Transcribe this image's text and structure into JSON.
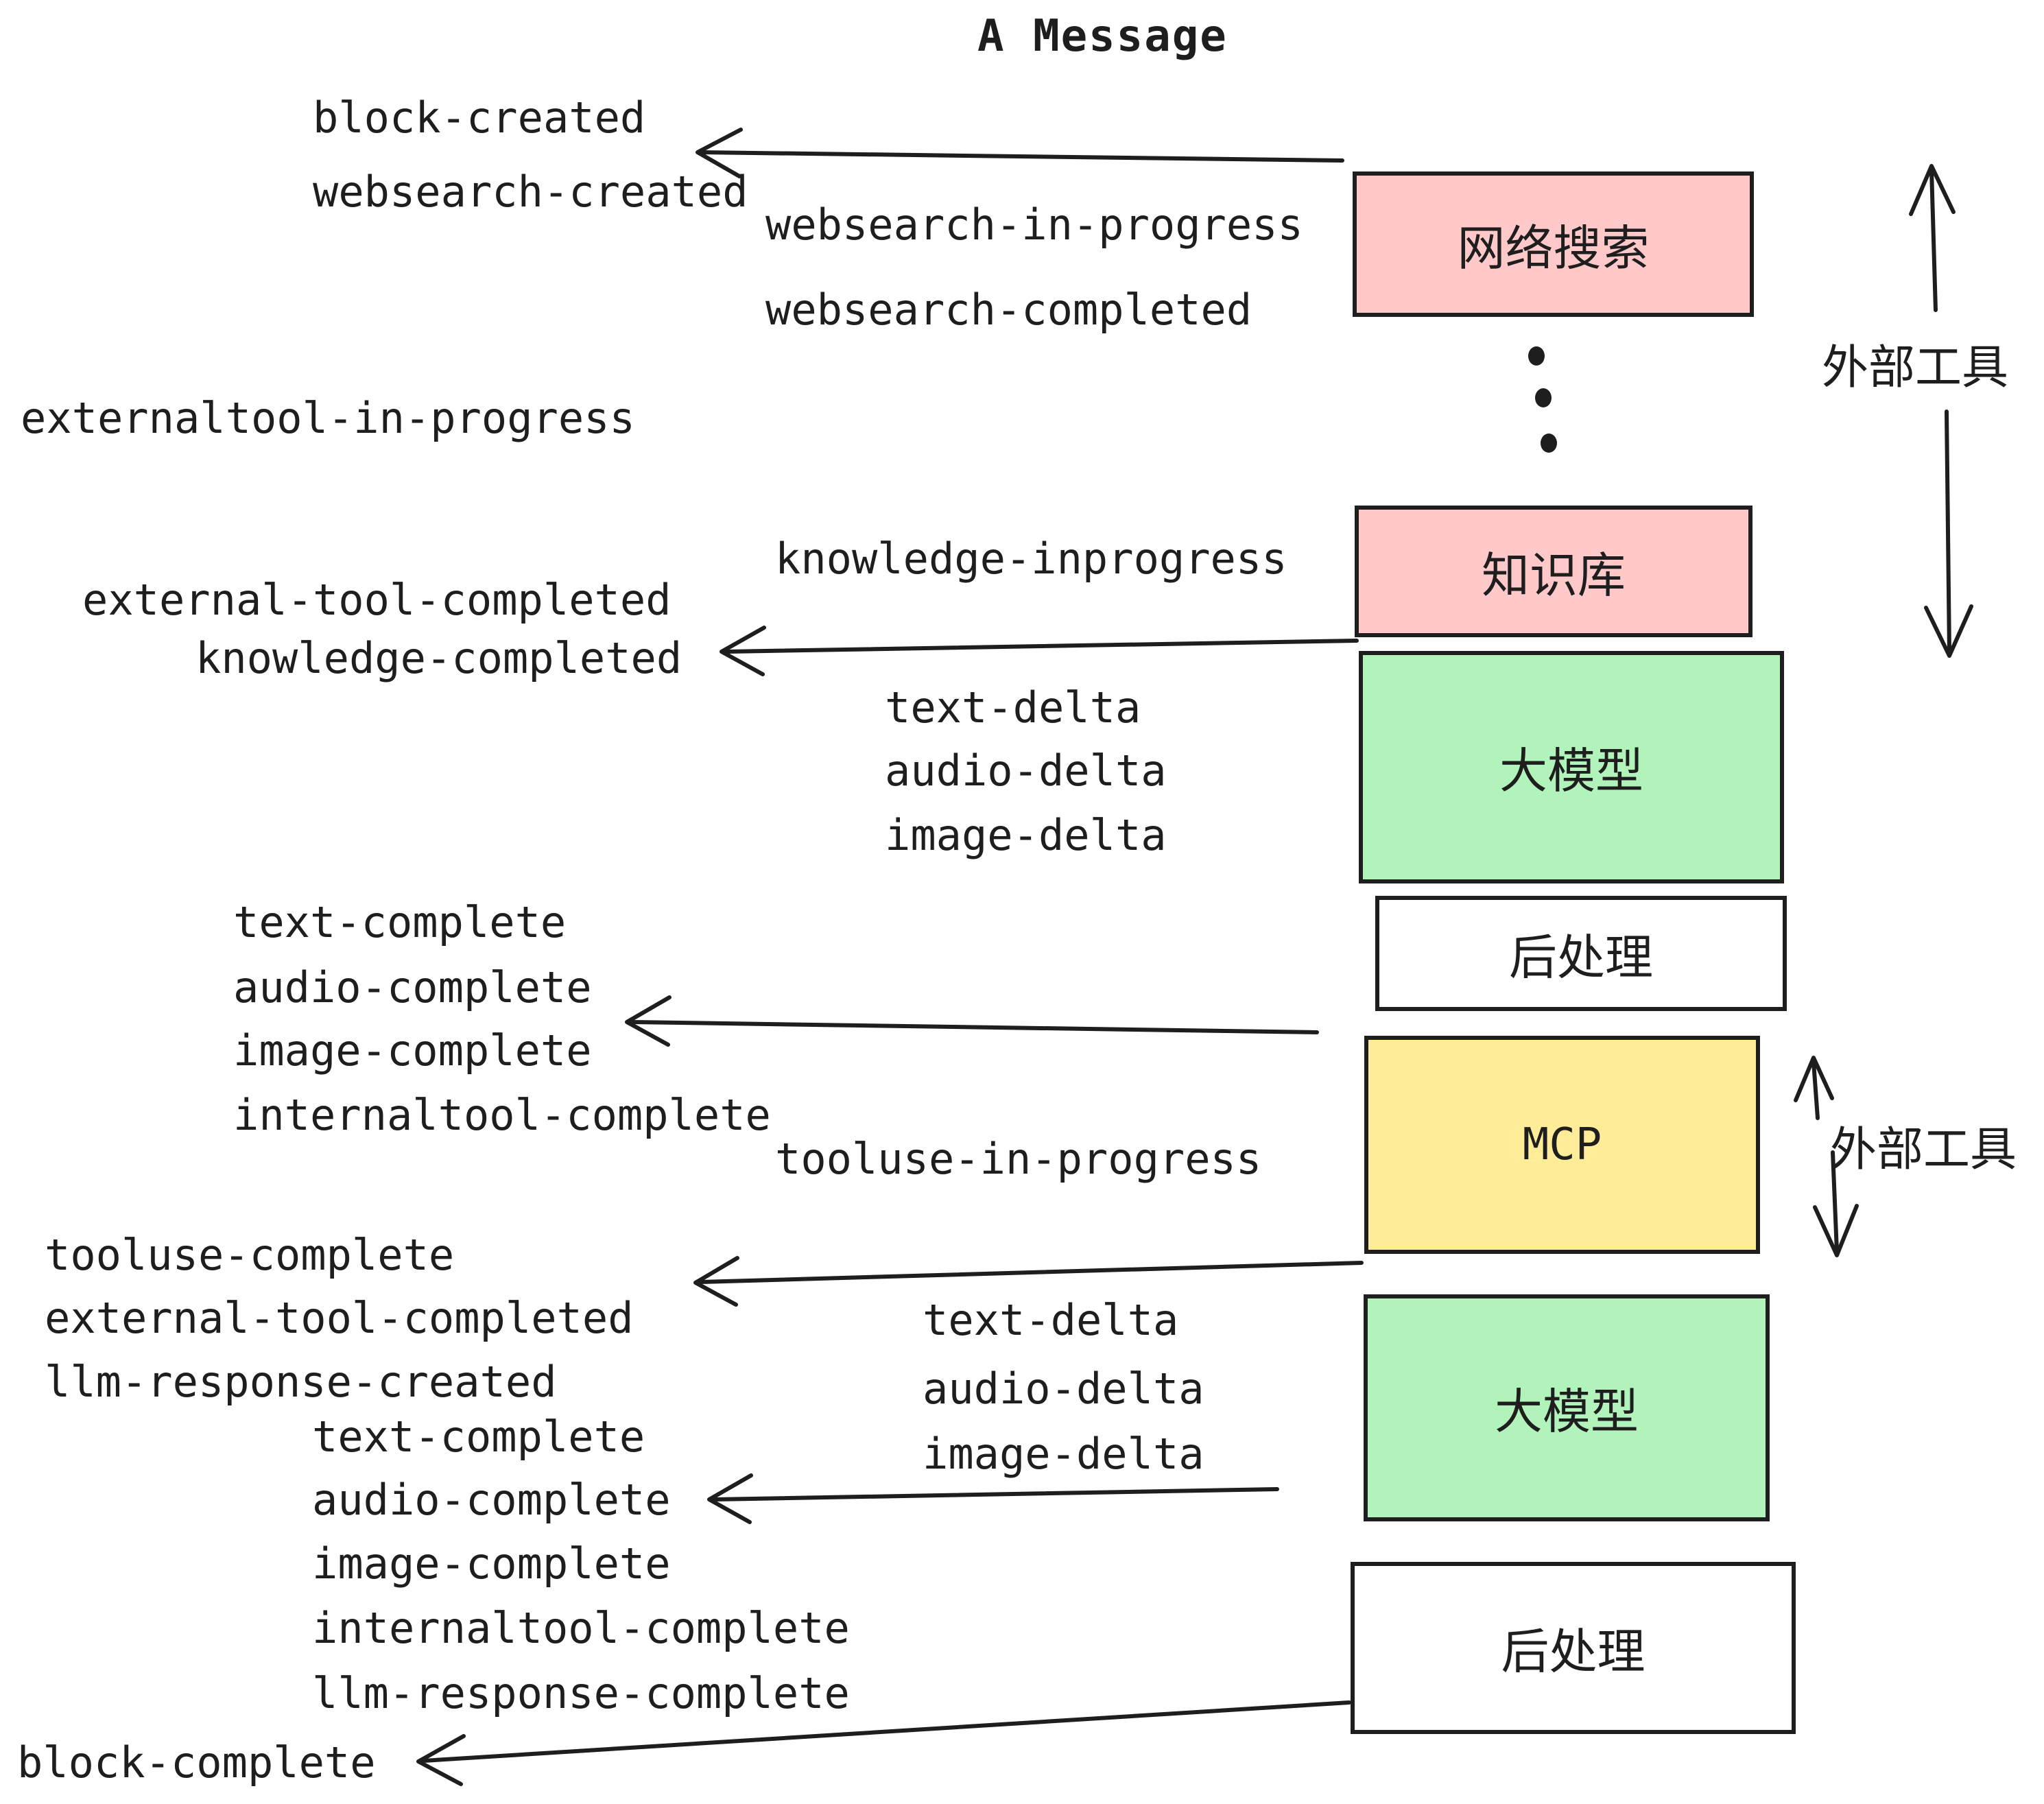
{
  "title": "A Message",
  "events": {
    "block_created": "block-created",
    "websearch_created": "websearch-created",
    "websearch_in_progress": "websearch-in-progress",
    "websearch_completed": "websearch-completed",
    "externaltool_in_progress": "externaltool-in-progress",
    "knowledge_inprogress": "knowledge-inprogress",
    "external_tool_completed": "external-tool-completed",
    "knowledge_completed": "knowledge-completed",
    "text_delta": "text-delta",
    "audio_delta": "audio-delta",
    "image_delta": "image-delta",
    "text_complete": "text-complete",
    "audio_complete": "audio-complete",
    "image_complete": "image-complete",
    "internaltool_complete": "internaltool-complete",
    "tooluse_in_progress": "tooluse-in-progress",
    "tooluse_complete": "tooluse-complete",
    "llm_response_created": "llm-response-created",
    "llm_response_complete": "llm-response-complete",
    "block_complete": "block-complete"
  },
  "boxes": {
    "web_search": "网络搜索",
    "knowledge_base": "知识库",
    "llm": "大模型",
    "post_process": "后处理",
    "mcp": "MCP"
  },
  "side_labels": {
    "external_tools": "外部工具"
  },
  "colors": {
    "box_pink": "#ffc9c9",
    "box_green": "#b2f2bb",
    "box_yellow": "#ffec99",
    "box_white": "#ffffff",
    "ink": "#1e1e1e",
    "background": "#ffffff"
  }
}
